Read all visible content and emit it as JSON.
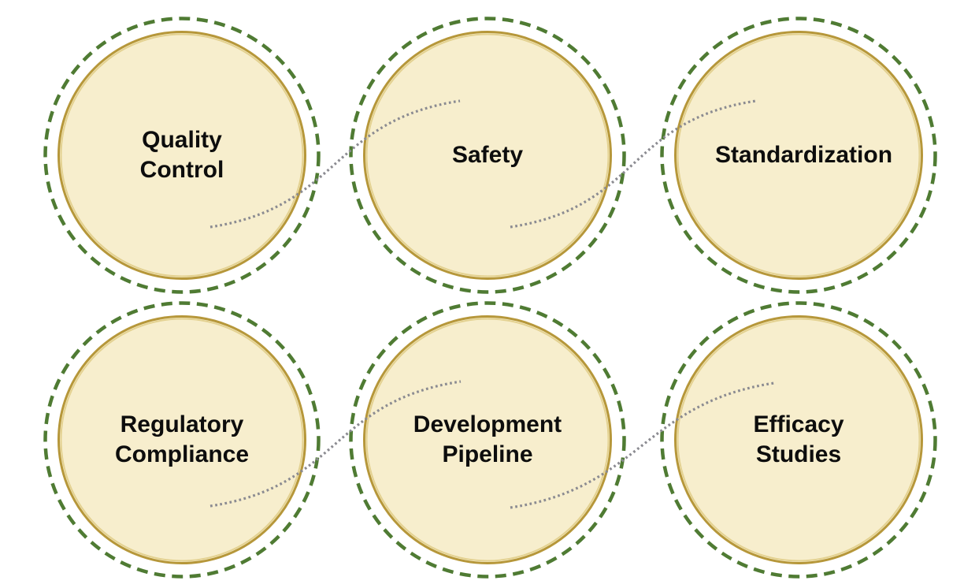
{
  "diagram": {
    "nodes": [
      {
        "id": "quality-control",
        "label": "Quality Control"
      },
      {
        "id": "safety",
        "label": "Safety"
      },
      {
        "id": "standardization",
        "label": "Standardization"
      },
      {
        "id": "regulatory-compliance",
        "label": "Regulatory Compliance"
      },
      {
        "id": "development-pipeline",
        "label": "Development Pipeline"
      },
      {
        "id": "efficacy-studies",
        "label": "Efficacy Studies"
      }
    ],
    "edges": [
      {
        "from": "quality-control",
        "to": "safety"
      },
      {
        "from": "safety",
        "to": "standardization"
      },
      {
        "from": "regulatory-compliance",
        "to": "development-pipeline"
      },
      {
        "from": "development-pipeline",
        "to": "efficacy-studies"
      }
    ],
    "colors": {
      "background": "#ffffff",
      "node_fill": "#f7eecd",
      "node_border_gold": "#b6973a",
      "node_border_gold_light": "#e3d190",
      "ring_green": "#4f7b33",
      "connector_gray": "#8b8b91",
      "text": "#0d0d0d"
    }
  }
}
